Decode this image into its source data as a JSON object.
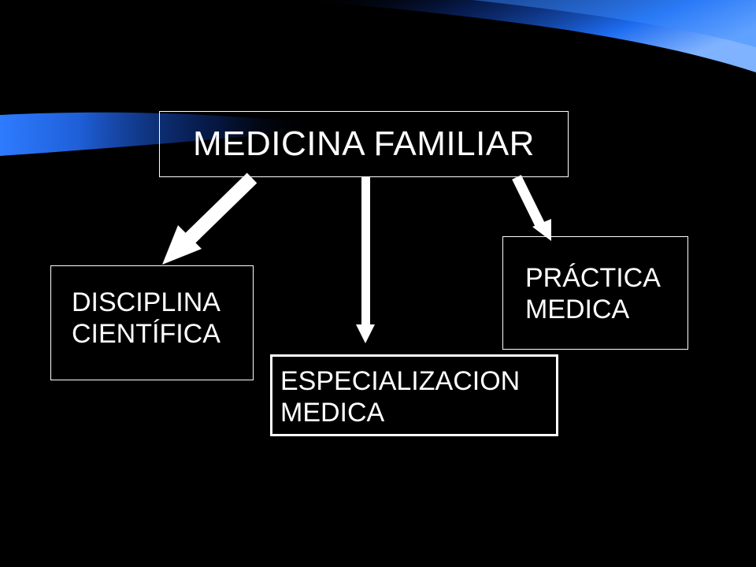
{
  "diagram": {
    "root": {
      "label": "MEDICINA FAMILIAR"
    },
    "children": [
      {
        "id": "disciplina",
        "label": "DISCIPLINA\nCIENTÍFICA"
      },
      {
        "id": "especializacion",
        "label": "ESPECIALIZACION\nMEDICA"
      },
      {
        "id": "practica",
        "label": "PRÁCTICA\nMEDICA"
      }
    ]
  },
  "theme": {
    "background": "#000000",
    "foreground": "#ffffff",
    "accent_blue": "#1e6cf0"
  }
}
